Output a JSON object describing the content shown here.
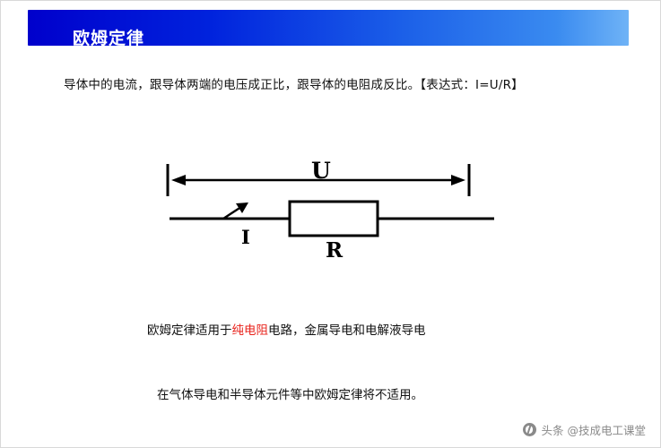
{
  "slide": {
    "title": "欧姆定律",
    "statement": "导体中的电流，跟导体两端的电压成正比，跟导体的电阻成反比。【表达式：I=U/R】",
    "diagram": {
      "voltage_label": "U",
      "current_label": "I",
      "resistor_label": "R"
    },
    "note_1_prefix": "欧姆定律适用于",
    "note_1_highlight": "纯电阻",
    "note_1_suffix": "电路，金属导电和电解液导电",
    "note_2": "在气体导电和半导体元件等中欧姆定律将不适用。",
    "colors": {
      "title_bar_start": "#0000cc",
      "title_bar_end": "#6fb3f6",
      "highlight": "#e8231c",
      "text": "#111111",
      "watermark": "#8a8a8a"
    }
  },
  "watermark": {
    "text": "头条 @技成电工课堂"
  }
}
